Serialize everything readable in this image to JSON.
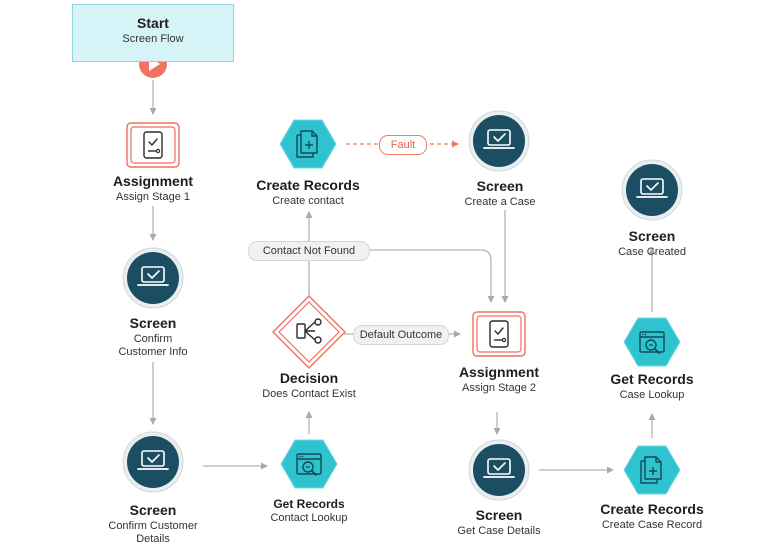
{
  "start": {
    "title": "Start",
    "subtitle": "Screen Flow"
  },
  "nodes": {
    "assign1": {
      "title": "Assignment",
      "subtitle": "Assign Stage 1"
    },
    "screen_confirm_info": {
      "title": "Screen",
      "subtitle_line1": "Confirm",
      "subtitle_line2": "Customer Info"
    },
    "screen_confirm_details": {
      "title": "Screen",
      "subtitle_line1": "Confirm Customer",
      "subtitle_line2": "Details"
    },
    "create_contact": {
      "title": "Create Records",
      "subtitle": "Create contact"
    },
    "decision": {
      "title": "Decision",
      "subtitle": "Does Contact Exist"
    },
    "get_contact": {
      "title": "Get Records",
      "subtitle": "Contact Lookup"
    },
    "screen_create_case": {
      "title": "Screen",
      "subtitle": "Create a Case"
    },
    "assign2": {
      "title": "Assignment",
      "subtitle": "Assign Stage 2"
    },
    "screen_case_details": {
      "title": "Screen",
      "subtitle": "Get Case Details"
    },
    "screen_case_created": {
      "title": "Screen",
      "subtitle": "Case Created"
    },
    "get_case": {
      "title": "Get Records",
      "subtitle": "Case Lookup"
    },
    "create_case": {
      "title": "Create Records",
      "subtitle": "Create Case Record"
    }
  },
  "edge_labels": {
    "fault": "Fault",
    "not_found": "Contact Not Found",
    "default_outcome": "Default Outcome"
  },
  "colors": {
    "screen_navy": "#1b4d63",
    "records_teal": "#2fc3cf",
    "assignment_coral": "#ef6f5e",
    "start_button": "#f2745f",
    "connector": "#b3b3b3"
  },
  "icons": {
    "start": "play-icon",
    "screen": "laptop-check-icon",
    "assignment": "clipboard-icon",
    "create_records": "document-plus-icon",
    "get_records": "search-window-icon",
    "decision": "branch-icon"
  }
}
